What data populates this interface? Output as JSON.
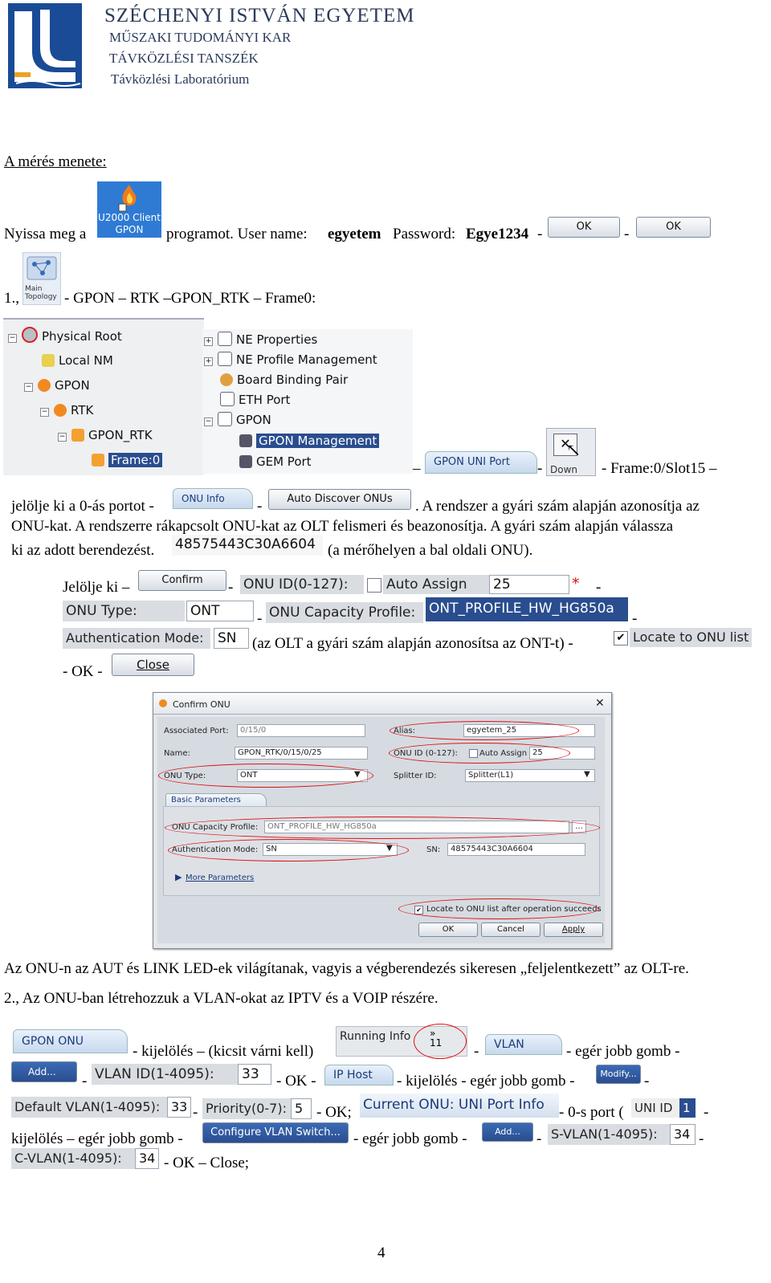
{
  "header": {
    "university": "SZÉCHENYI ISTVÁN EGYETEM",
    "faculty": "MŰSZAKI TUDOMÁNYI KAR",
    "department": "TÁVKÖZLÉSI TANSZÉK",
    "lab": "Távközlési Laboratórium"
  },
  "section_title": "A mérés menete:",
  "p1": {
    "a": "Nyissa meg a",
    "icon_label": "U2000 Client GPON",
    "b": "programot.  User name:",
    "user": "egyetem",
    "c": "Password:",
    "password": "Egye1234",
    "dash": "-",
    "ok": "OK"
  },
  "p2": {
    "num": "1.,",
    "icon_label": "Main Topology",
    "path": "- GPON – RTK –GPON_RTK – Frame0:"
  },
  "tree_left": [
    "Physical Root",
    "Local NM",
    "GPON",
    "RTK",
    "GPON_RTK",
    "Frame:0"
  ],
  "tree_right": [
    "NE Properties",
    "NE Profile Management",
    "Board Binding Pair",
    "ETH Port",
    "GPON",
    "GPON Management",
    "GEM Port"
  ],
  "inline1": {
    "dash1": "–",
    "gpon_uni_port": "GPON UNI Port",
    "dash2": "-",
    "down": "Down",
    "after": "- Frame:0/Slot15 –"
  },
  "p3": {
    "a": "jelölje ki a 0-ás portot -",
    "onu_info": "ONU Info",
    "dash": "-",
    "auto_discover": "Auto Discover ONUs",
    "b": ". A rendszer a gyári szám alapján azonosítja az",
    "line2": "ONU-kat. A rendszerre rákapcsolt ONU-kat az OLT felismeri és beazonosítja.  A gyári szám alapján válassza",
    "line3a": "ki az adott berendezést.",
    "serial": "48575443C30A6604",
    "line3b": "(a mérőhelyen a bal oldali ONU)."
  },
  "p4": {
    "jelolje": "Jelölje ki –",
    "confirm": "Confirm",
    "dash": "-",
    "onu_id_label": "ONU ID(0-127):",
    "auto_assign": "Auto Assign",
    "onu_id_val": "25",
    "star": "*",
    "onu_type_label": "ONU Type:",
    "onu_type_val": "ONT",
    "capacity_label": "ONU Capacity Profile:",
    "capacity_val": "ONT_PROFILE_HW_HG850a",
    "auth_label": "Authentication Mode:",
    "auth_val": "SN",
    "note": "(az OLT a gyári szám alapján azonosítsa az ONT-t) -",
    "locate": "Locate to ONU list",
    "ok": "- OK -",
    "close": "Close"
  },
  "dialog": {
    "title": "Confirm ONU",
    "associated_port_label": "Associated Port:",
    "associated_port": "0/15/0",
    "alias_label": "Alias:",
    "alias": "egyetem_25",
    "name_label": "Name:",
    "name": "GPON_RTK/0/15/0/25",
    "onu_id_label": "ONU ID (0-127):",
    "auto_assign": "Auto Assign",
    "onu_id": "25",
    "onu_type_label": "ONU Type:",
    "onu_type": "ONT",
    "splitter_label": "Splitter ID:",
    "splitter": "Splitter(L1)",
    "basic_tab": "Basic Parameters",
    "capacity_label": "ONU Capacity Profile:",
    "capacity": "ONT_PROFILE_HW_HG850a",
    "auth_label": "Authentication Mode:",
    "auth": "SN",
    "sn_label": "SN:",
    "sn": "48575443C30A6604",
    "more": "More Parameters",
    "locate": "Locate to ONU list after operation succeeds",
    "ok": "OK",
    "cancel": "Cancel",
    "apply": "Apply"
  },
  "p5": "Az ONU-n az AUT és LINK LED-ek világítanak, vagyis a végberendezés sikeresen „feljelentkezett” az OLT-re.",
  "p6": "2., Az ONU-ban létrehozzuk a VLAN-okat az IPTV és a VOIP részére.",
  "p7": {
    "gpon_onu": "GPON ONU",
    "t1": "- kijelölés – (kicsit várni kell)",
    "running_info": "Running Info",
    "dash": "-",
    "vlan": "VLAN",
    "t2": "- egér jobb gomb -",
    "add": "Add...",
    "vlan_id_label": "VLAN ID(1-4095):",
    "vlan_id": "33",
    "t3": "- OK -",
    "ip_host": "IP Host",
    "t4": "- kijelölés - egér jobb gomb -",
    "modify": "Modify...",
    "default_vlan_label": "Default VLAN(1-4095):",
    "default_vlan": "33",
    "priority_label": "Priority(0-7):",
    "priority": "5",
    "t5": "- OK;",
    "current_onu": "Current ONU: UNI Port Info",
    "t6": "- 0-s port (",
    "uni_id_label": "UNI ID",
    "uni_id": "1",
    "t7": "kijelölés – egér jobb gomb -",
    "configure_vlan": "Configure VLAN Switch...",
    "t8": "- egér jobb gomb -",
    "svlan_label": "S-VLAN(1-4095):",
    "svlan": "34",
    "cvlan_label": "C-VLAN(1-4095):",
    "cvlan": "34",
    "t9": "- OK – Close;"
  },
  "page_number": "4",
  "colors": {
    "logo_blue": "#1a4b96",
    "logo_orange": "#f0a020",
    "highlight": "#2a4d8f",
    "red": "#d11111"
  }
}
